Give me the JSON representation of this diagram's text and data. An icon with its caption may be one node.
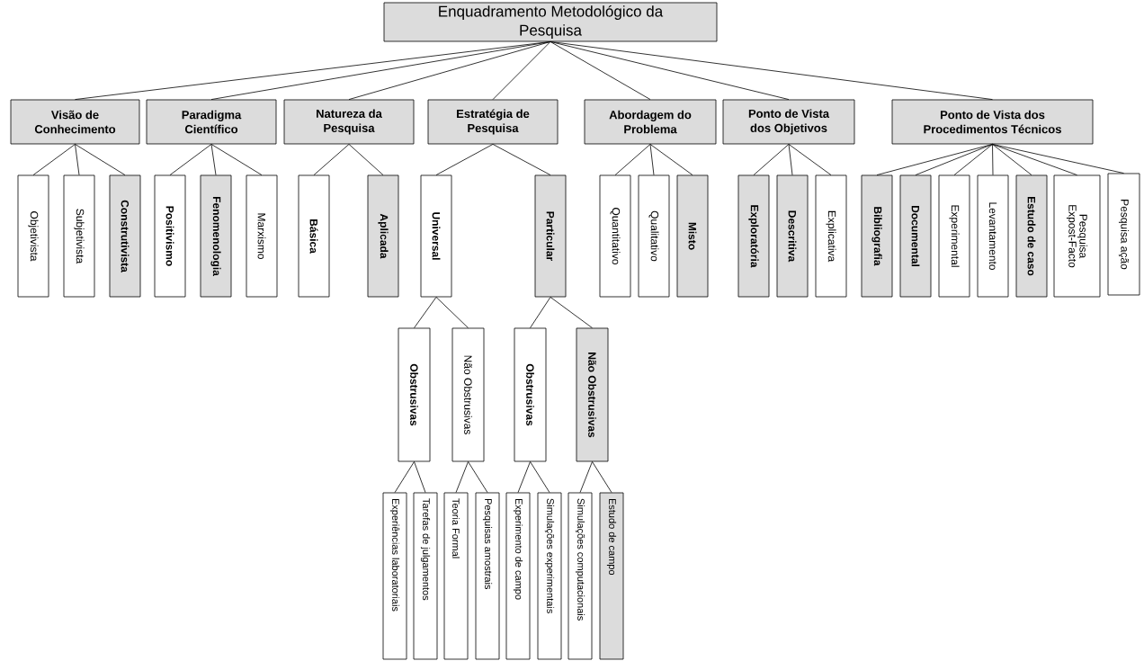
{
  "diagram": {
    "nodes": [
      {
        "text": [
          "Enquadramento Metodológico da Pesquisa"
        ]
      },
      {
        "text": [
          "Visão de Conhecimento"
        ]
      },
      {
        "text": [
          "Paradigma Científico"
        ]
      },
      {
        "text": [
          "Natureza da Pesquisa"
        ]
      },
      {
        "text": [
          "Estratégia de Pesquisa"
        ]
      },
      {
        "text": [
          "Abordagem do Problema"
        ]
      },
      {
        "text": [
          "Ponto de Vista dos Objetivos"
        ]
      },
      {
        "text": [
          "Ponto de Vista dos Procedimentos Técnicos"
        ]
      },
      {
        "text": [
          "Objetivista"
        ]
      },
      {
        "text": [
          "Subjetivista"
        ]
      },
      {
        "text": [
          "Construtivista"
        ]
      },
      {
        "text": [
          "Positivismo"
        ]
      },
      {
        "text": [
          "Fenomenologia"
        ]
      },
      {
        "text": [
          "Marxismo"
        ]
      },
      {
        "text": [
          "Básica"
        ]
      },
      {
        "text": [
          "Aplicada"
        ]
      },
      {
        "text": [
          "Universal"
        ]
      },
      {
        "text": [
          "Particular"
        ]
      },
      {
        "text": [
          "Quantitativo"
        ]
      },
      {
        "text": [
          "Qualitativo"
        ]
      },
      {
        "text": [
          "Misto"
        ]
      },
      {
        "text": [
          "Exploratória"
        ]
      },
      {
        "text": [
          "Descritiva"
        ]
      },
      {
        "text": [
          "Explicativa"
        ]
      },
      {
        "text": [
          "Bibliografia"
        ]
      },
      {
        "text": [
          "Documental"
        ]
      },
      {
        "text": [
          "Experimental"
        ]
      },
      {
        "text": [
          "Levantamento"
        ]
      },
      {
        "text": [
          "Estudo de caso"
        ]
      },
      {
        "text": [
          "Pesquisa Expost-Facto"
        ]
      },
      {
        "text": [
          "Pesquisa ação"
        ]
      },
      {
        "text": [
          "Obstrusivas"
        ]
      },
      {
        "text": [
          "Não Obstrusivas"
        ]
      },
      {
        "text": [
          "Obstrusivas"
        ]
      },
      {
        "text": [
          "Não Obstrusivas"
        ]
      },
      {
        "text": [
          "Experiências laboratoriais"
        ]
      },
      {
        "text": [
          "Tarefas de julgamentos"
        ]
      },
      {
        "text": [
          "Teoria Formal"
        ]
      },
      {
        "text": [
          "Pesquisas amostrais"
        ]
      },
      {
        "text": [
          "Experimento de campo"
        ]
      },
      {
        "text": [
          "Simulações experimentais"
        ]
      },
      {
        "text": [
          "Simulações computacionais"
        ]
      },
      {
        "text": [
          "Estudo de campo"
        ]
      }
    ],
    "edges": [
      {
        "from": 0,
        "to": 1,
        "arrow": "none"
      },
      {
        "from": 0,
        "to": 2,
        "arrow": "none"
      },
      {
        "from": 0,
        "to": 3,
        "arrow": "none"
      },
      {
        "from": 0,
        "to": 4,
        "arrow": "none"
      },
      {
        "from": 0,
        "to": 5,
        "arrow": "none"
      },
      {
        "from": 0,
        "to": 6,
        "arrow": "none"
      },
      {
        "from": 0,
        "to": 7,
        "arrow": "none"
      },
      {
        "from": 1,
        "to": 8,
        "arrow": "none"
      },
      {
        "from": 1,
        "to": 9,
        "arrow": "none"
      },
      {
        "from": 1,
        "to": 10,
        "arrow": "none"
      },
      {
        "from": 2,
        "to": 11,
        "arrow": "none"
      },
      {
        "from": 2,
        "to": 12,
        "arrow": "none"
      },
      {
        "from": 2,
        "to": 13,
        "arrow": "none"
      },
      {
        "from": 3,
        "to": 14,
        "arrow": "none"
      },
      {
        "from": 3,
        "to": 15,
        "arrow": "none"
      },
      {
        "from": 4,
        "to": 16,
        "arrow": "none"
      },
      {
        "from": 4,
        "to": 17,
        "arrow": "none"
      },
      {
        "from": 5,
        "to": 18,
        "arrow": "none"
      },
      {
        "from": 5,
        "to": 19,
        "arrow": "none"
      },
      {
        "from": 5,
        "to": 20,
        "arrow": "none"
      },
      {
        "from": 6,
        "to": 21,
        "arrow": "none"
      },
      {
        "from": 6,
        "to": 22,
        "arrow": "none"
      },
      {
        "from": 6,
        "to": 23,
        "arrow": "none"
      },
      {
        "from": 7,
        "to": 24,
        "arrow": "none"
      },
      {
        "from": 7,
        "to": 25,
        "arrow": "none"
      },
      {
        "from": 7,
        "to": 26,
        "arrow": "none"
      },
      {
        "from": 7,
        "to": 27,
        "arrow": "none"
      },
      {
        "from": 7,
        "to": 28,
        "arrow": "none"
      },
      {
        "from": 7,
        "to": 29,
        "arrow": "none"
      },
      {
        "from": 7,
        "to": 30,
        "arrow": "none"
      },
      {
        "from": 16,
        "to": 31,
        "arrow": "none"
      },
      {
        "from": 16,
        "to": 32,
        "arrow": "none"
      },
      {
        "from": 17,
        "to": 33,
        "arrow": "none"
      },
      {
        "from": 17,
        "to": 34,
        "arrow": "none"
      },
      {
        "from": 31,
        "to": 35,
        "arrow": "none"
      },
      {
        "from": 31,
        "to": 36,
        "arrow": "none"
      },
      {
        "from": 32,
        "to": 37,
        "arrow": "none"
      },
      {
        "from": 32,
        "to": 38,
        "arrow": "none"
      },
      {
        "from": 33,
        "to": 39,
        "arrow": "none"
      },
      {
        "from": 33,
        "to": 40,
        "arrow": "none"
      },
      {
        "from": 34,
        "to": 41,
        "arrow": "none"
      },
      {
        "from": 34,
        "to": 42,
        "arrow": "none"
      }
    ]
  }
}
